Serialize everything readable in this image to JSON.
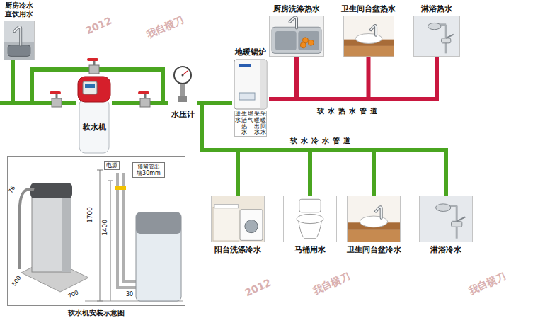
{
  "diagram": {
    "nodes": [
      {
        "text": [
          "厨房冷水 直饮用水"
        ]
      },
      {
        "text": [
          "软水机"
        ]
      },
      {
        "text": [
          "水压计"
        ]
      },
      {
        "text": [
          "地暖锅炉",
          "进水",
          "生活热水",
          "燃气",
          "采暖出水",
          "采暖回水"
        ]
      },
      {
        "text": [
          "厨房洗涤热水"
        ]
      },
      {
        "text": [
          "卫生间台盆热水"
        ]
      },
      {
        "text": [
          "淋浴热水"
        ]
      },
      {
        "text": [
          "阳台洗涤冷水"
        ]
      },
      {
        "text": [
          "马桶用水"
        ]
      },
      {
        "text": [
          "卫生间台盆冷水"
        ]
      },
      {
        "text": [
          "淋浴冷水"
        ]
      },
      {
        "text": [
          "软水机安装示意图"
        ]
      },
      {
        "text": [
          "电源"
        ],
        "in": 11
      },
      {
        "text": [
          "预留管出 墙30mm"
        ],
        "in": 11
      }
    ],
    "edges": [
      {
        "from": 0,
        "to": 1,
        "arrow": "none"
      },
      {
        "from": 1,
        "to": 2,
        "arrow": "none"
      },
      {
        "from": 2,
        "to": 3,
        "arrow": "none"
      },
      {
        "from": 3,
        "to": 4,
        "arrow": "none"
      },
      {
        "from": 3,
        "to": 5,
        "arrow": "none"
      },
      {
        "from": 3,
        "to": 6,
        "arrow": "none"
      },
      {
        "from": 2,
        "to": 7,
        "arrow": "none"
      },
      {
        "from": 2,
        "to": 8,
        "arrow": "none"
      },
      {
        "from": 2,
        "to": 9,
        "arrow": "none"
      },
      {
        "from": 2,
        "to": 10,
        "arrow": "none"
      }
    ],
    "labels": [
      "软水热水管道",
      "软水冷水管道",
      "76",
      "500",
      "700",
      "1700",
      "1400",
      "30",
      "2012",
      "我自横刀",
      "我自横刀",
      "2012",
      "我自横刀"
    ]
  }
}
